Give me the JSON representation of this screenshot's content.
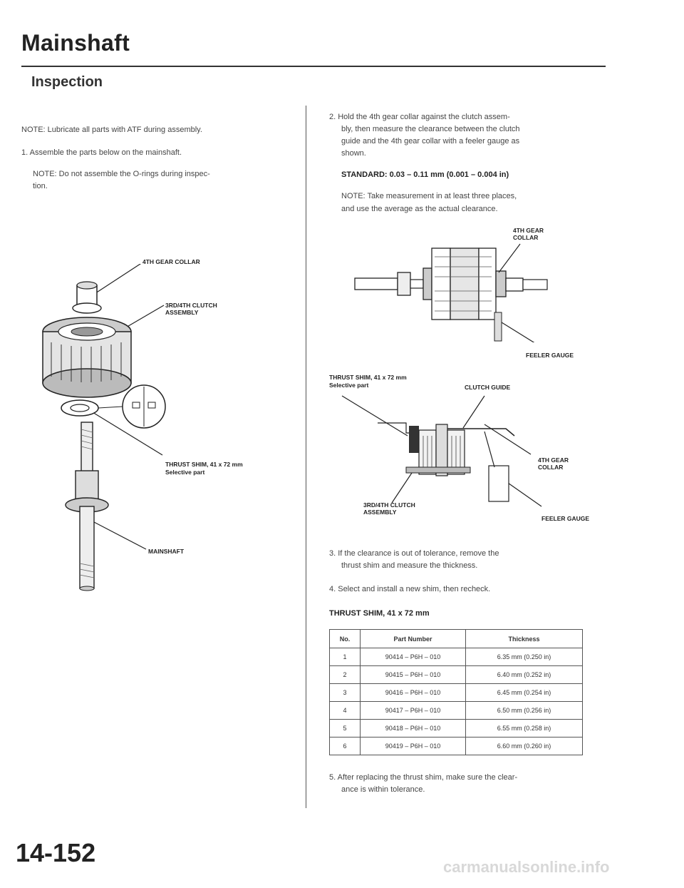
{
  "header": {
    "title": "Mainshaft",
    "subtitle": "Inspection"
  },
  "left": {
    "note": "NOTE: Lubricate all parts with ATF during assembly.",
    "step1": "1.  Assemble the parts below on the mainshaft.",
    "note2_line1": "NOTE: Do not assemble the O-rings during inspec-",
    "note2_line2": "tion.",
    "labels": {
      "gear_collar": "4TH GEAR COLLAR",
      "clutch_line1": "3RD/4TH CLUTCH",
      "clutch_line2": "ASSEMBLY",
      "shim": "THRUST SHIM, 41 x 72 mm",
      "shim_sub": "Selective part",
      "mainshaft": "MAINSHAFT"
    }
  },
  "right": {
    "step2_lines": [
      "2.  Hold the 4th gear collar against the clutch assem-",
      "bly, then measure the clearance between the clutch",
      "guide and the 4th gear collar with a feeler gauge as",
      "shown."
    ],
    "standard": "STANDARD: 0.03 – 0.11 mm (0.001 – 0.004 in)",
    "note3_line1": "NOTE: Take measurement in at least three places,",
    "note3_line2": "and use the average as the actual clearance.",
    "labels": {
      "gear_collar_line1": "4TH GEAR",
      "gear_collar_line2": "COLLAR",
      "feeler_gauge_top": "FEELER GAUGE",
      "shim": "THRUST SHIM, 41 x 72 mm",
      "shim_sub": "Selective part",
      "clutch_guide": "CLUTCH GUIDE",
      "gear_collar2_line1": "4TH GEAR",
      "gear_collar2_line2": "COLLAR",
      "clutch_line1": "3RD/4TH CLUTCH",
      "clutch_line2": "ASSEMBLY",
      "feeler_gauge_bottom": "FEELER GAUGE"
    },
    "step3_line1": "3.  If the clearance is out of tolerance, remove the",
    "step3_line2": "thrust shim and measure the thickness.",
    "step4": "4.  Select and install a new shim, then recheck.",
    "table_title": "THRUST SHIM, 41 x 72 mm",
    "table": {
      "headers": [
        "No.",
        "Part Number",
        "Thickness"
      ],
      "rows": [
        [
          "1",
          "90414 – P6H – 010",
          "6.35 mm (0.250 in)"
        ],
        [
          "2",
          "90415 – P6H – 010",
          "6.40 mm (0.252 in)"
        ],
        [
          "3",
          "90416 – P6H – 010",
          "6.45 mm (0.254 in)"
        ],
        [
          "4",
          "90417 – P6H – 010",
          "6.50 mm (0.256 in)"
        ],
        [
          "5",
          "90418 – P6H – 010",
          "6.55 mm (0.258 in)"
        ],
        [
          "6",
          "90419 – P6H – 010",
          "6.60 mm (0.260 in)"
        ]
      ]
    },
    "step5_line1": "5.  After replacing the thrust shim, make sure the clear-",
    "step5_line2": "ance is within tolerance."
  },
  "footer": {
    "page_number": "14-152",
    "watermark": "carmanualsonline.info"
  }
}
